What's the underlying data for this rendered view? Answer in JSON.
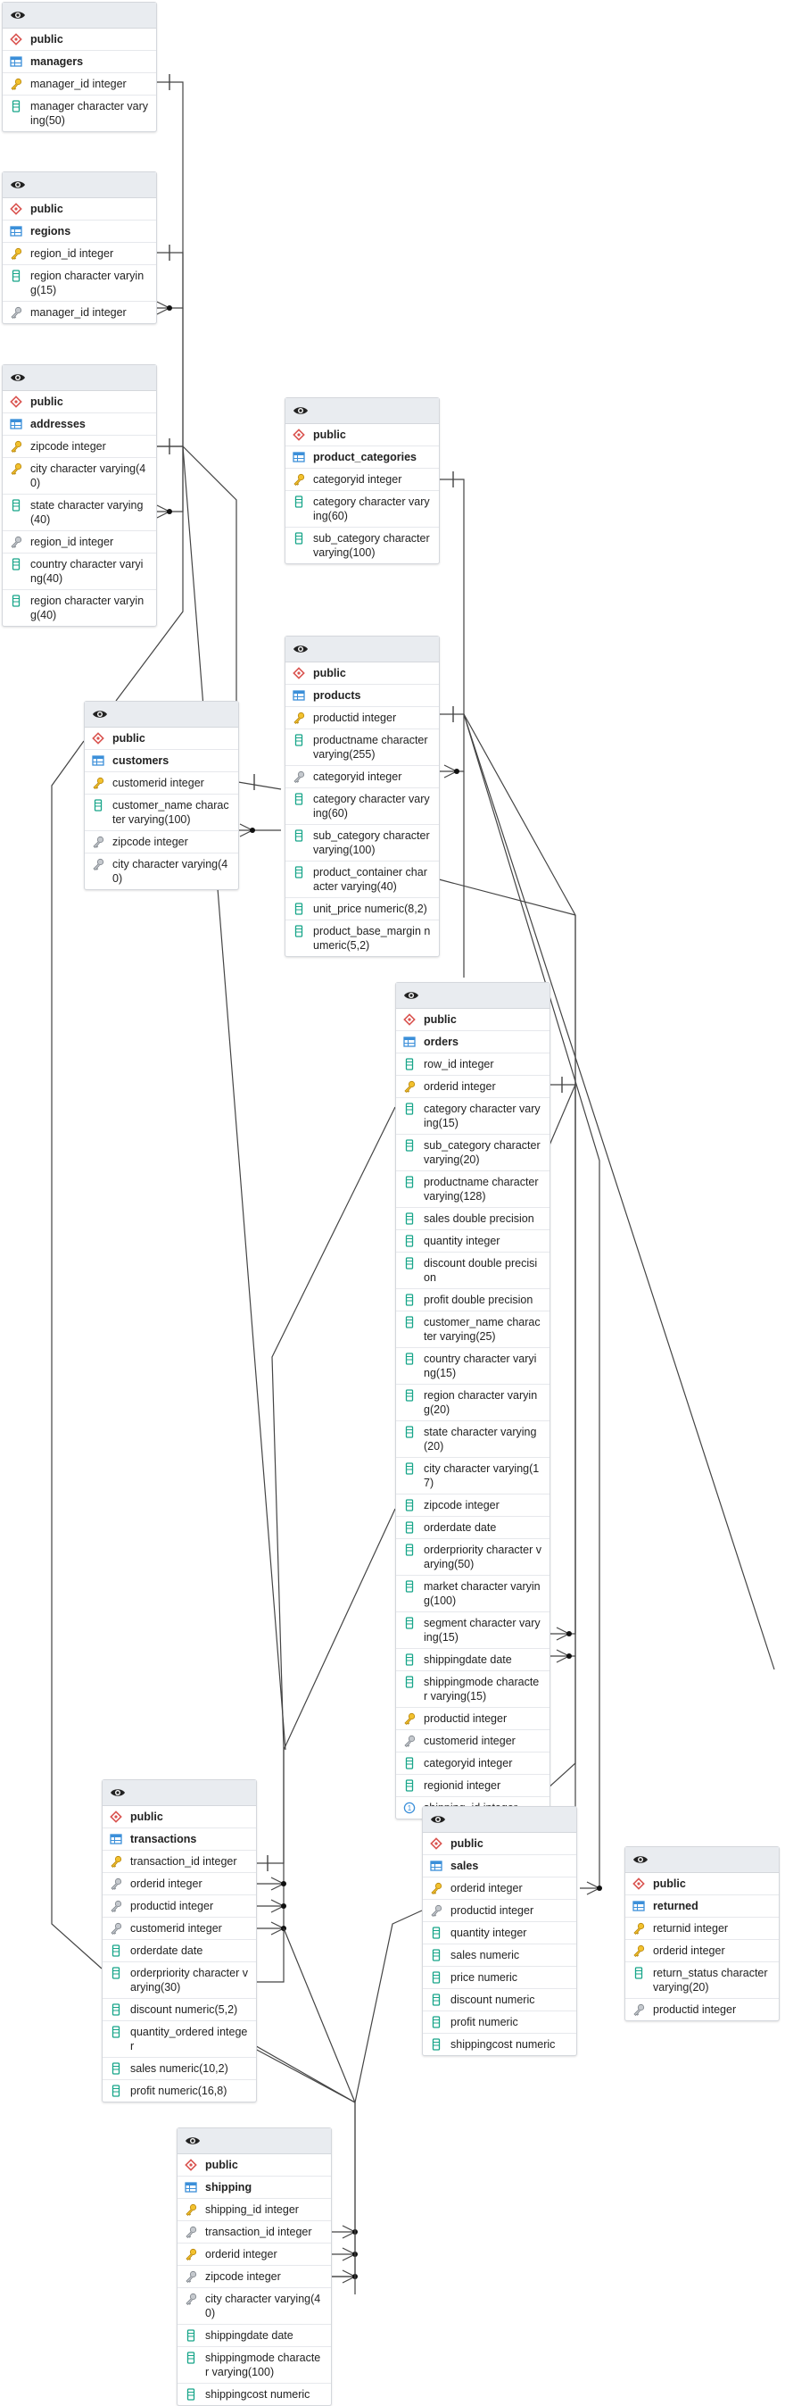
{
  "tables": {
    "managers": {
      "schema": "public",
      "name": "managers",
      "columns": [
        {
          "text": "manager_id integer",
          "icon": "primary-key-icon"
        },
        {
          "text": "manager character varying(50)",
          "icon": "column-icon"
        }
      ]
    },
    "regions": {
      "schema": "public",
      "name": "regions",
      "columns": [
        {
          "text": "region_id integer",
          "icon": "primary-key-icon"
        },
        {
          "text": "region character varying(15)",
          "icon": "column-icon"
        },
        {
          "text": "manager_id integer",
          "icon": "foreign-key-icon"
        }
      ]
    },
    "addresses": {
      "schema": "public",
      "name": "addresses",
      "columns": [
        {
          "text": "zipcode integer",
          "icon": "primary-key-icon"
        },
        {
          "text": "city character varying(40)",
          "icon": "primary-key-icon"
        },
        {
          "text": "state character varying(40)",
          "icon": "column-icon"
        },
        {
          "text": "region_id integer",
          "icon": "foreign-key-icon"
        },
        {
          "text": "country character varying(40)",
          "icon": "column-icon"
        },
        {
          "text": "region character varying(40)",
          "icon": "column-icon"
        }
      ]
    },
    "product_categories": {
      "schema": "public",
      "name": "product_categories",
      "columns": [
        {
          "text": "categoryid integer",
          "icon": "primary-key-icon"
        },
        {
          "text": "category character varying(60)",
          "icon": "column-icon"
        },
        {
          "text": "sub_category character varying(100)",
          "icon": "column-icon"
        }
      ]
    },
    "products": {
      "schema": "public",
      "name": "products",
      "columns": [
        {
          "text": "productid integer",
          "icon": "primary-key-icon"
        },
        {
          "text": "productname character varying(255)",
          "icon": "column-icon"
        },
        {
          "text": "categoryid integer",
          "icon": "foreign-key-icon"
        },
        {
          "text": "category character varying(60)",
          "icon": "column-icon"
        },
        {
          "text": "sub_category character varying(100)",
          "icon": "column-icon"
        },
        {
          "text": "product_container character varying(40)",
          "icon": "column-icon"
        },
        {
          "text": "unit_price numeric(8,2)",
          "icon": "column-icon"
        },
        {
          "text": "product_base_margin numeric(5,2)",
          "icon": "column-icon"
        }
      ]
    },
    "customers": {
      "schema": "public",
      "name": "customers",
      "columns": [
        {
          "text": "customerid integer",
          "icon": "primary-key-icon"
        },
        {
          "text": "customer_name character varying(100)",
          "icon": "column-icon"
        },
        {
          "text": "zipcode integer",
          "icon": "foreign-key-icon"
        },
        {
          "text": "city character varying(40)",
          "icon": "foreign-key-icon"
        }
      ]
    },
    "orders": {
      "schema": "public",
      "name": "orders",
      "columns": [
        {
          "text": "row_id integer",
          "icon": "column-icon"
        },
        {
          "text": "orderid integer",
          "icon": "primary-key-icon"
        },
        {
          "text": "category character varying(15)",
          "icon": "column-icon"
        },
        {
          "text": "sub_category character varying(20)",
          "icon": "column-icon"
        },
        {
          "text": "productname character varying(128)",
          "icon": "column-icon"
        },
        {
          "text": "sales double precision",
          "icon": "column-icon"
        },
        {
          "text": "quantity integer",
          "icon": "column-icon"
        },
        {
          "text": "discount double precision",
          "icon": "column-icon"
        },
        {
          "text": "profit double precision",
          "icon": "column-icon"
        },
        {
          "text": "customer_name character varying(25)",
          "icon": "column-icon"
        },
        {
          "text": "country character varying(15)",
          "icon": "column-icon"
        },
        {
          "text": "region character varying(20)",
          "icon": "column-icon"
        },
        {
          "text": "state character varying(20)",
          "icon": "column-icon"
        },
        {
          "text": "city character varying(17)",
          "icon": "column-icon"
        },
        {
          "text": "zipcode integer",
          "icon": "column-icon"
        },
        {
          "text": "orderdate date",
          "icon": "column-icon"
        },
        {
          "text": "orderpriority character varying(50)",
          "icon": "column-icon"
        },
        {
          "text": "market character varying(100)",
          "icon": "column-icon"
        },
        {
          "text": "segment character varying(15)",
          "icon": "column-icon"
        },
        {
          "text": "shippingdate date",
          "icon": "column-icon"
        },
        {
          "text": "shippingmode character varying(15)",
          "icon": "column-icon"
        },
        {
          "text": "productid integer",
          "icon": "primary-key-icon"
        },
        {
          "text": "customerid integer",
          "icon": "foreign-key-icon"
        },
        {
          "text": "categoryid integer",
          "icon": "column-icon"
        },
        {
          "text": "regionid integer",
          "icon": "column-icon"
        },
        {
          "text": "shipping_id integer",
          "icon": "unique-key-icon"
        }
      ]
    },
    "transactions": {
      "schema": "public",
      "name": "transactions",
      "columns": [
        {
          "text": "transaction_id integer",
          "icon": "primary-key-icon"
        },
        {
          "text": "orderid integer",
          "icon": "foreign-key-icon"
        },
        {
          "text": "productid integer",
          "icon": "foreign-key-icon"
        },
        {
          "text": "customerid integer",
          "icon": "foreign-key-icon"
        },
        {
          "text": "orderdate date",
          "icon": "column-icon"
        },
        {
          "text": "orderpriority character varying(30)",
          "icon": "column-icon"
        },
        {
          "text": "discount numeric(5,2)",
          "icon": "column-icon"
        },
        {
          "text": "quantity_ordered integer",
          "icon": "column-icon"
        },
        {
          "text": "sales numeric(10,2)",
          "icon": "column-icon"
        },
        {
          "text": "profit numeric(16,8)",
          "icon": "column-icon"
        }
      ]
    },
    "sales": {
      "schema": "public",
      "name": "sales",
      "columns": [
        {
          "text": "orderid integer",
          "icon": "primary-key-icon"
        },
        {
          "text": "productid integer",
          "icon": "foreign-key-icon"
        },
        {
          "text": "quantity integer",
          "icon": "column-icon"
        },
        {
          "text": "sales numeric",
          "icon": "column-icon"
        },
        {
          "text": "price numeric",
          "icon": "column-icon"
        },
        {
          "text": "discount numeric",
          "icon": "column-icon"
        },
        {
          "text": "profit numeric",
          "icon": "column-icon"
        },
        {
          "text": "shippingcost numeric",
          "icon": "column-icon"
        }
      ]
    },
    "returned": {
      "schema": "public",
      "name": "returned",
      "columns": [
        {
          "text": "returnid integer",
          "icon": "primary-key-icon"
        },
        {
          "text": "orderid integer",
          "icon": "primary-key-icon"
        },
        {
          "text": "return_status character varying(20)",
          "icon": "column-icon"
        },
        {
          "text": "productid integer",
          "icon": "foreign-key-icon"
        }
      ]
    },
    "shipping": {
      "schema": "public",
      "name": "shipping",
      "columns": [
        {
          "text": "shipping_id integer",
          "icon": "primary-key-icon"
        },
        {
          "text": "transaction_id integer",
          "icon": "foreign-key-icon"
        },
        {
          "text": "orderid integer",
          "icon": "primary-key-icon"
        },
        {
          "text": "zipcode integer",
          "icon": "foreign-key-icon"
        },
        {
          "text": "city character varying(40)",
          "icon": "foreign-key-icon"
        },
        {
          "text": "shippingdate date",
          "icon": "column-icon"
        },
        {
          "text": "shippingmode character varying(100)",
          "icon": "column-icon"
        },
        {
          "text": "shippingcost numeric",
          "icon": "column-icon"
        }
      ]
    }
  },
  "colors": {
    "header": "#e9ecf0",
    "primary_key": "#f2c12e",
    "foreign_key": "#9aa0a6",
    "column": "#17a589",
    "schema": "#d9534f",
    "table": "#3b8fd9",
    "line": "#444444"
  }
}
